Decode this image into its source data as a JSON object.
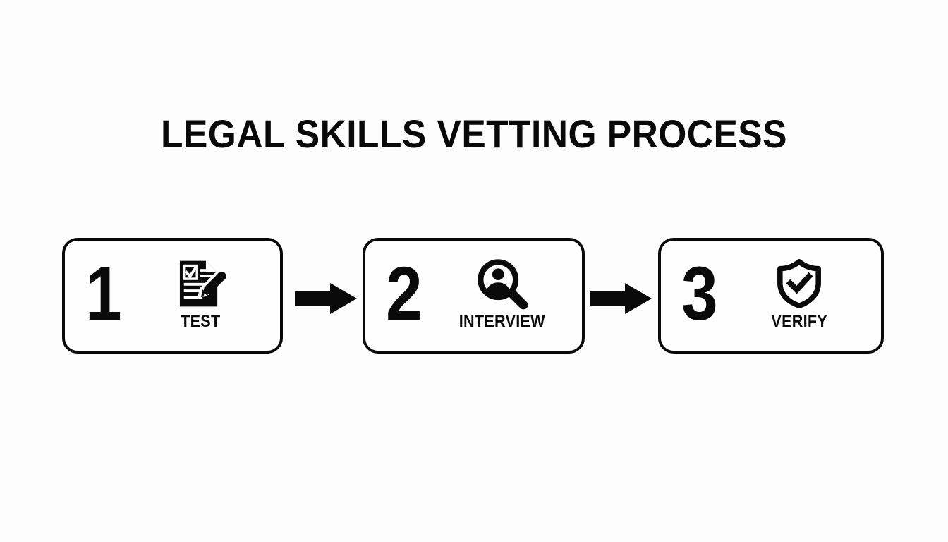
{
  "page": {
    "background_color": "#fdfdfd",
    "ink_color": "#0a0a0a",
    "title": "LEGAL SKILLS VETTING PROCESS"
  },
  "flow": {
    "steps": [
      {
        "number": "1",
        "label": "TEST",
        "icon": "document-checklist-pencil-icon"
      },
      {
        "number": "2",
        "label": "INTERVIEW",
        "icon": "person-magnifier-icon"
      },
      {
        "number": "3",
        "label": "VERIFY",
        "icon": "shield-check-icon"
      }
    ],
    "connectors": [
      {
        "icon": "arrow-right-icon"
      },
      {
        "icon": "arrow-right-icon"
      }
    ]
  }
}
